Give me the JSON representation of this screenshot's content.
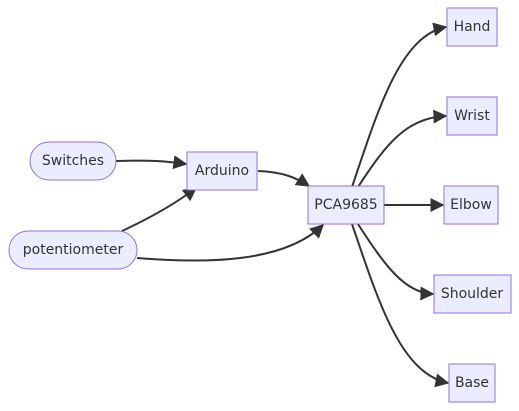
{
  "diagram": {
    "type": "flowchart",
    "direction": "left-to-right",
    "colors": {
      "node_fill": "#ECECFF",
      "node_border": "#9370DB",
      "edge": "#333333",
      "text": "#333333",
      "background": "#FFFFFF"
    },
    "nodes": [
      {
        "id": "switches",
        "label": "Switches",
        "shape": "stadium"
      },
      {
        "id": "potentiometer",
        "label": "potentiometer",
        "shape": "stadium"
      },
      {
        "id": "arduino",
        "label": "Arduino",
        "shape": "rectangle"
      },
      {
        "id": "pca9685",
        "label": "PCA9685",
        "shape": "rectangle"
      },
      {
        "id": "hand",
        "label": "Hand",
        "shape": "rectangle"
      },
      {
        "id": "wrist",
        "label": "Wrist",
        "shape": "rectangle"
      },
      {
        "id": "elbow",
        "label": "Elbow",
        "shape": "rectangle"
      },
      {
        "id": "shoulder",
        "label": "Shoulder",
        "shape": "rectangle"
      },
      {
        "id": "base",
        "label": "Base",
        "shape": "rectangle"
      }
    ],
    "edges": [
      {
        "from": "switches",
        "to": "arduino"
      },
      {
        "from": "potentiometer",
        "to": "arduino"
      },
      {
        "from": "potentiometer",
        "to": "pca9685"
      },
      {
        "from": "arduino",
        "to": "pca9685"
      },
      {
        "from": "pca9685",
        "to": "hand"
      },
      {
        "from": "pca9685",
        "to": "wrist"
      },
      {
        "from": "pca9685",
        "to": "elbow"
      },
      {
        "from": "pca9685",
        "to": "shoulder"
      },
      {
        "from": "pca9685",
        "to": "base"
      }
    ]
  }
}
